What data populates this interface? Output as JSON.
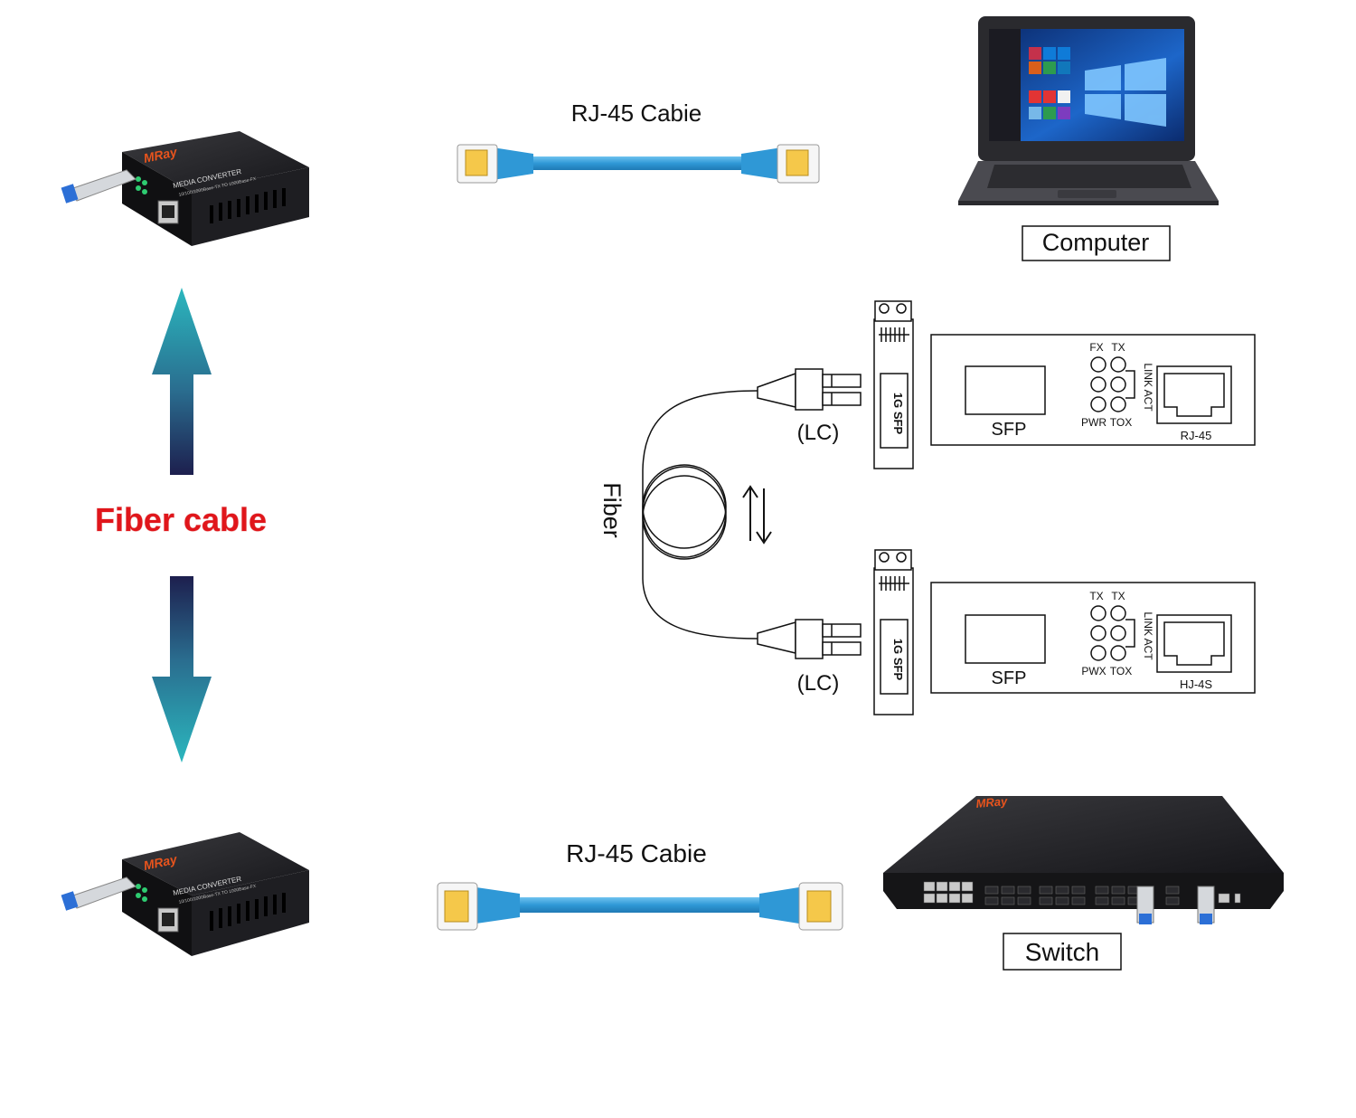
{
  "brand": "MRay",
  "converter_text": "MEDIA CONVERTER",
  "converter_subtext": "10/100/1000Base-TX TO 1000Base-FX",
  "cable_top_label": "RJ-45 Cabie",
  "cable_bottom_label": "RJ-45 Cabie",
  "computer_label": "Computer",
  "switch_label": "Switch",
  "fiber_cable_label": "Fiber cable",
  "fiber_label": "Fiber",
  "lc_label_top": "(LC)",
  "lc_label_bottom": "(LC)",
  "sfp_module_label_top": "1G SFP",
  "sfp_module_label_bottom": "1G SFP",
  "panel_top": {
    "sfp": "SFP",
    "rj45": "RJ-45",
    "led_top_left": "FX",
    "led_top_right": "TX",
    "led_bottom_left": "PWR",
    "led_bottom_right": "TOX",
    "side_text": "LINK ACT"
  },
  "panel_bottom": {
    "sfp": "SFP",
    "rj45": "HJ-4S",
    "led_top_left": "TX",
    "led_top_right": "TX",
    "led_bottom_left": "PWX",
    "led_bottom_right": "TOX",
    "side_text": "LINK ACT"
  },
  "colors": {
    "fiber_text": "#e0161b",
    "cable_blue": "#3ba2dc",
    "arrow_teal": "#2bb0b8",
    "arrow_navy": "#1d1f4e",
    "device_black": "#1b1b1d"
  },
  "icons": {
    "bidirectional": "up-down-arrows-icon"
  }
}
